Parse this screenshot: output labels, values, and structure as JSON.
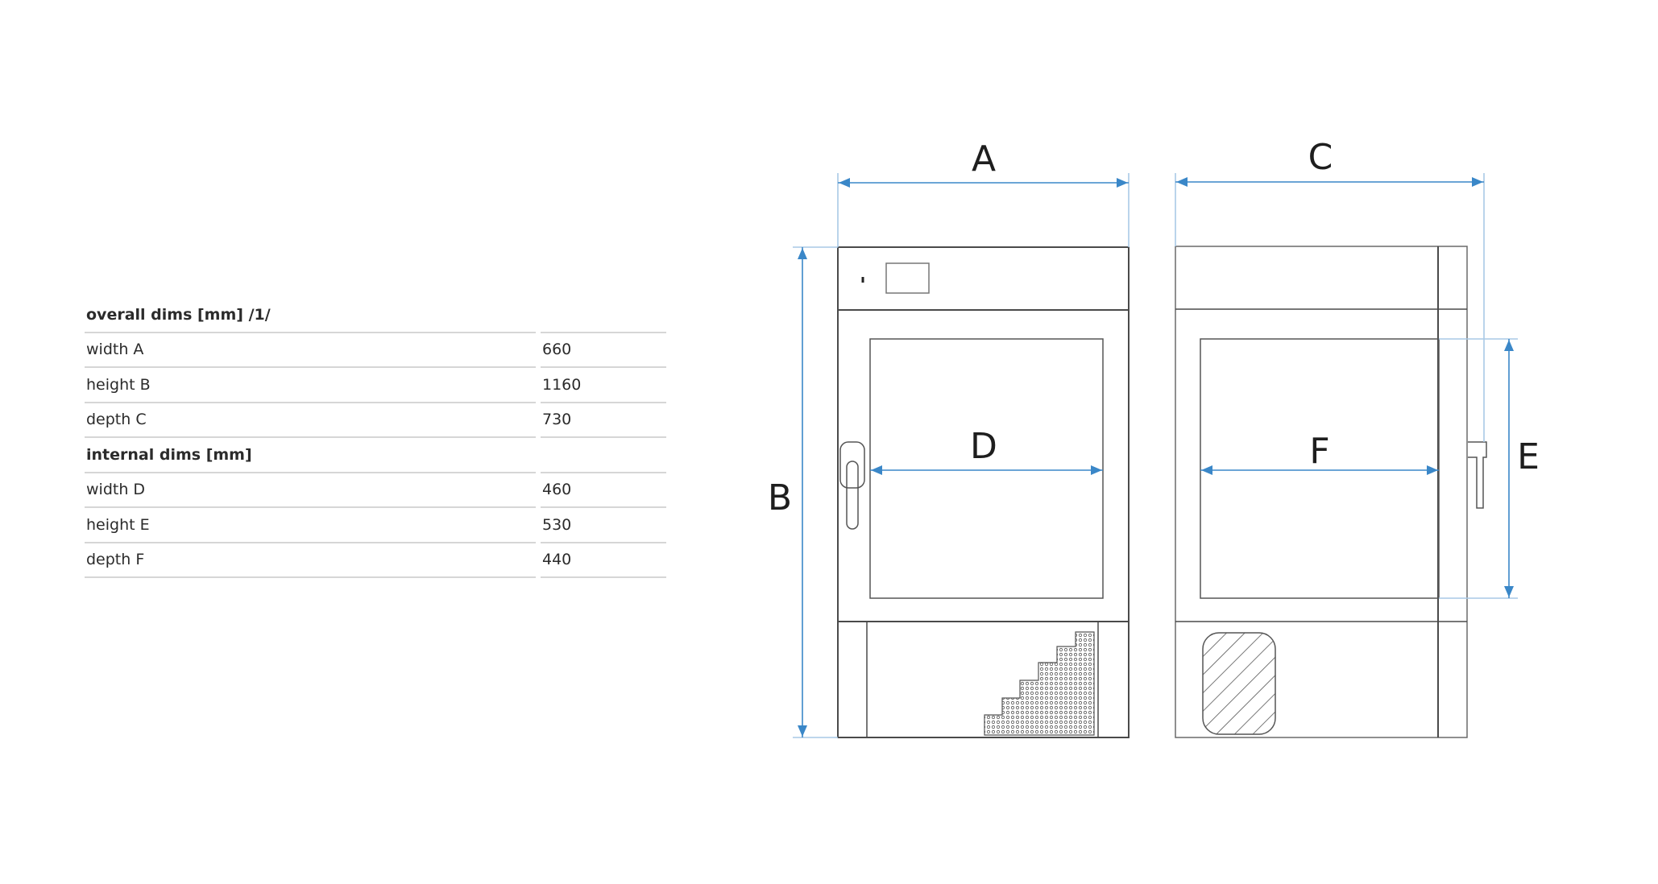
{
  "specs": {
    "overall": {
      "header": "overall dims [mm] /1/",
      "rows": [
        {
          "label": "width A",
          "value": "660"
        },
        {
          "label": "height B",
          "value": "1160"
        },
        {
          "label": "depth C",
          "value": "730"
        }
      ]
    },
    "internal": {
      "header": "internal dims [mm]",
      "rows": [
        {
          "label": "width D",
          "value": "460"
        },
        {
          "label": "height E",
          "value": "530"
        },
        {
          "label": "depth F",
          "value": "440"
        }
      ]
    }
  },
  "diagram": {
    "labels": {
      "a": "A",
      "b": "B",
      "c": "C",
      "d": "D",
      "e": "E",
      "f": "F"
    },
    "colors": {
      "dimension": "#3a87c8",
      "outline": "#4a4a4a",
      "light_outline": "#9a9a9a"
    }
  }
}
